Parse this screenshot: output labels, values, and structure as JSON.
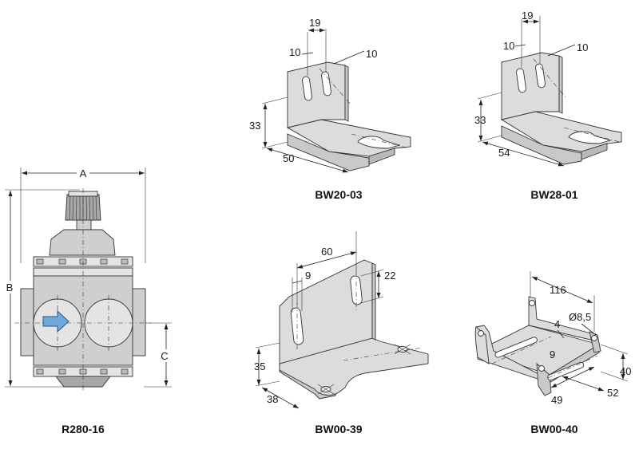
{
  "figures": {
    "r280": {
      "caption": "R280-16",
      "dims": {
        "a": "A",
        "b": "B",
        "c": "C"
      }
    },
    "bw2003": {
      "caption": "BW20-03",
      "dims": {
        "top": "19",
        "left": "10",
        "right": "10",
        "height": "33",
        "depth": "50"
      }
    },
    "bw2801": {
      "caption": "BW28-01",
      "dims": {
        "top": "19",
        "left": "10",
        "right": "10",
        "height": "33",
        "depth": "54"
      }
    },
    "bw0039": {
      "caption": "BW00-39",
      "dims": {
        "span": "60",
        "slot": "9",
        "slot2": "22",
        "height": "35",
        "depth": "38"
      }
    },
    "bw0040": {
      "caption": "BW00-40",
      "dims": {
        "width": "116",
        "hole": "Ø8,5",
        "thick": "4",
        "slot": "9",
        "height": "40",
        "inner": "49",
        "depth": "52"
      }
    }
  },
  "colors": {
    "arrow": "#6fa8dc",
    "metal": "#cfcfcf"
  }
}
